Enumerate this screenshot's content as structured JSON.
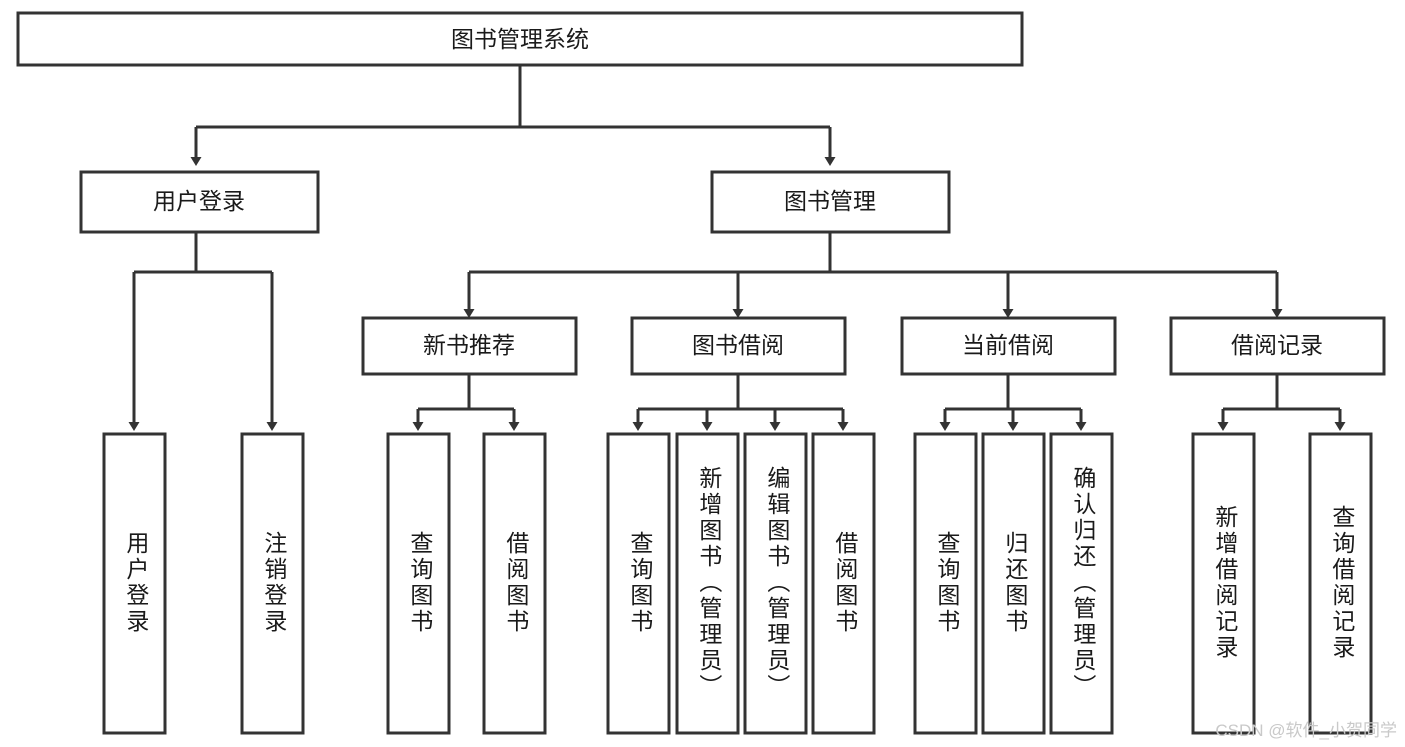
{
  "diagram": {
    "type": "tree-hierarchy",
    "title": "图书管理系统",
    "root": {
      "id": "root",
      "label": "图书管理系统"
    },
    "level1": [
      {
        "id": "user-login",
        "label": "用户登录"
      },
      {
        "id": "book-manage",
        "label": "图书管理"
      }
    ],
    "level2": [
      {
        "id": "new-book-rec",
        "label": "新书推荐",
        "parent": "book-manage"
      },
      {
        "id": "book-borrow",
        "label": "图书借阅",
        "parent": "book-manage"
      },
      {
        "id": "current-borrow",
        "label": "当前借阅",
        "parent": "book-manage"
      },
      {
        "id": "borrow-record",
        "label": "借阅记录",
        "parent": "book-manage"
      }
    ],
    "leaves": {
      "user_login": [
        {
          "id": "leaf-user-login",
          "label": "用户登录"
        },
        {
          "id": "leaf-logout-login",
          "label": "注销登录"
        }
      ],
      "new_book_rec": [
        {
          "id": "leaf-query-book-1",
          "label": "查询图书"
        },
        {
          "id": "leaf-borrow-book-1",
          "label": "借阅图书"
        }
      ],
      "book_borrow": [
        {
          "id": "leaf-query-book-2",
          "label": "查询图书"
        },
        {
          "id": "leaf-add-book",
          "label": "新增图书（管理员）"
        },
        {
          "id": "leaf-edit-book",
          "label": "编辑图书（管理员）"
        },
        {
          "id": "leaf-borrow-book-2",
          "label": "借阅图书"
        }
      ],
      "current_borrow": [
        {
          "id": "leaf-query-book-3",
          "label": "查询图书"
        },
        {
          "id": "leaf-return-book",
          "label": "归还图书"
        },
        {
          "id": "leaf-confirm-return",
          "label": "确认归还（管理员）"
        }
      ],
      "borrow_record": [
        {
          "id": "leaf-add-record",
          "label": "新增借阅记录"
        },
        {
          "id": "leaf-query-record",
          "label": "查询借阅记录"
        }
      ]
    },
    "colors": {
      "stroke": "#333333",
      "fill": "#ffffff",
      "text": "#1a1a1a",
      "watermark": "#c9c9c9"
    }
  },
  "watermark": {
    "text": "CSDN @软件_小贺同学"
  }
}
